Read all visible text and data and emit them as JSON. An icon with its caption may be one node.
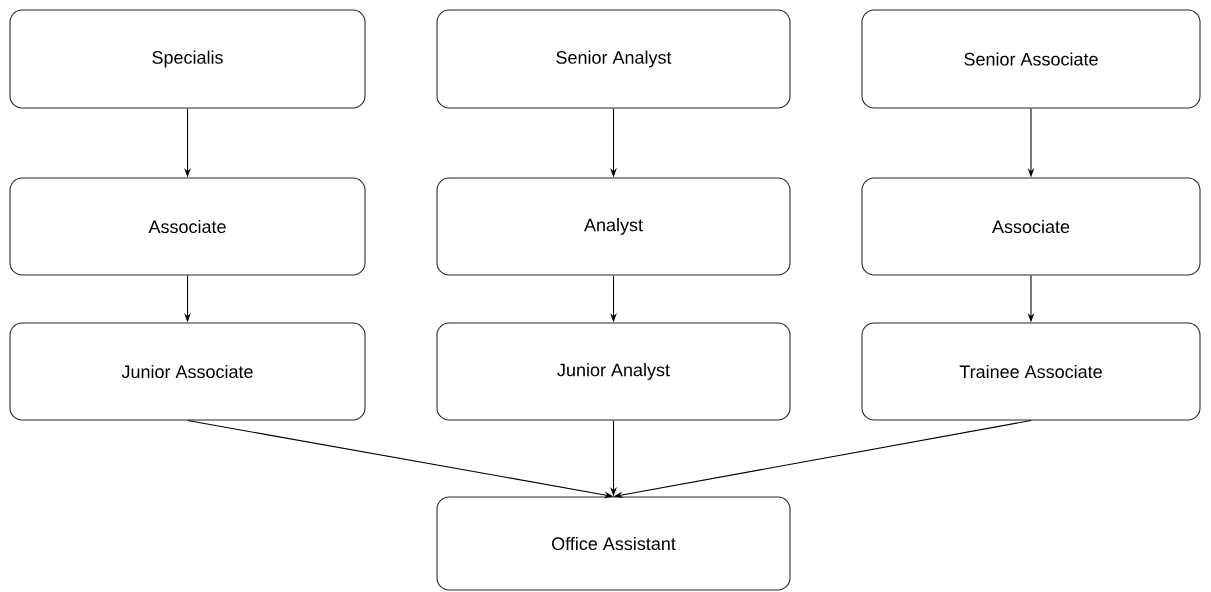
{
  "diagram": {
    "nodes": [
      {
        "text": [
          "Specialis"
        ]
      },
      {
        "text": [
          "Senior Analyst"
        ]
      },
      {
        "text": [
          "Senior Associate"
        ]
      },
      {
        "text": [
          "Associate"
        ]
      },
      {
        "text": [
          "Analyst"
        ]
      },
      {
        "text": [
          "Associate"
        ]
      },
      {
        "text": [
          "Junior Associate"
        ]
      },
      {
        "text": [
          "Junior Analyst"
        ]
      },
      {
        "text": [
          "Trainee Associate"
        ]
      },
      {
        "text": [
          "Office Assistant"
        ]
      }
    ],
    "edges": [
      {
        "from": 0,
        "to": 3,
        "arrow": "to"
      },
      {
        "from": 1,
        "to": 4,
        "arrow": "to"
      },
      {
        "from": 2,
        "to": 5,
        "arrow": "to"
      },
      {
        "from": 3,
        "to": 6,
        "arrow": "to"
      },
      {
        "from": 4,
        "to": 7,
        "arrow": "to"
      },
      {
        "from": 5,
        "to": 8,
        "arrow": "to"
      },
      {
        "from": 6,
        "to": 9,
        "arrow": "to"
      },
      {
        "from": 7,
        "to": 9,
        "arrow": "to"
      },
      {
        "from": 8,
        "to": 9,
        "arrow": "to"
      }
    ]
  }
}
